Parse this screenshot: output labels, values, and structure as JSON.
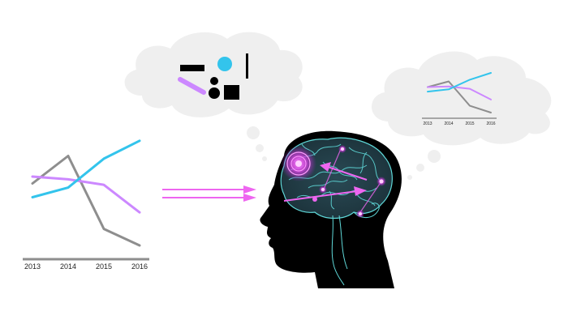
{
  "chart_data": [
    {
      "type": "line",
      "x": [
        "2013",
        "2014",
        "2015",
        "2016"
      ],
      "series": [
        {
          "color": "#8e8e8e",
          "values": [
            0.55,
            0.75,
            0.22,
            0.1
          ]
        },
        {
          "color": "#cc88ff",
          "values": [
            0.6,
            0.58,
            0.54,
            0.34
          ]
        },
        {
          "color": "#33c4ec",
          "values": [
            0.45,
            0.52,
            0.73,
            0.86
          ]
        }
      ]
    },
    {
      "type": "line",
      "x": [
        "2013",
        "2014",
        "2015",
        "2016"
      ],
      "series": [
        {
          "color": "#8e8e8e",
          "values": [
            0.55,
            0.65,
            0.22,
            0.1
          ]
        },
        {
          "color": "#cc88ff",
          "values": [
            0.55,
            0.56,
            0.52,
            0.33
          ]
        },
        {
          "color": "#33c4ec",
          "values": [
            0.47,
            0.51,
            0.68,
            0.8
          ]
        }
      ]
    }
  ],
  "icons": {
    "dash": "dash-bar-icon",
    "dot": "cyan-dot-icon",
    "vline": "vertical-line-icon",
    "slash": "purple-slash-icon",
    "circle": "black-circle-icon",
    "square": "black-square-icon",
    "small_dot": "small-dot-icon"
  },
  "colors": {
    "gray": "#8e8e8e",
    "purple": "#cc88ff",
    "cyan": "#33c4ec",
    "magenta": "#ee66f0",
    "cloud": "#eeeeee",
    "head": "#000000",
    "brain_lines": "#5fd8d8"
  }
}
